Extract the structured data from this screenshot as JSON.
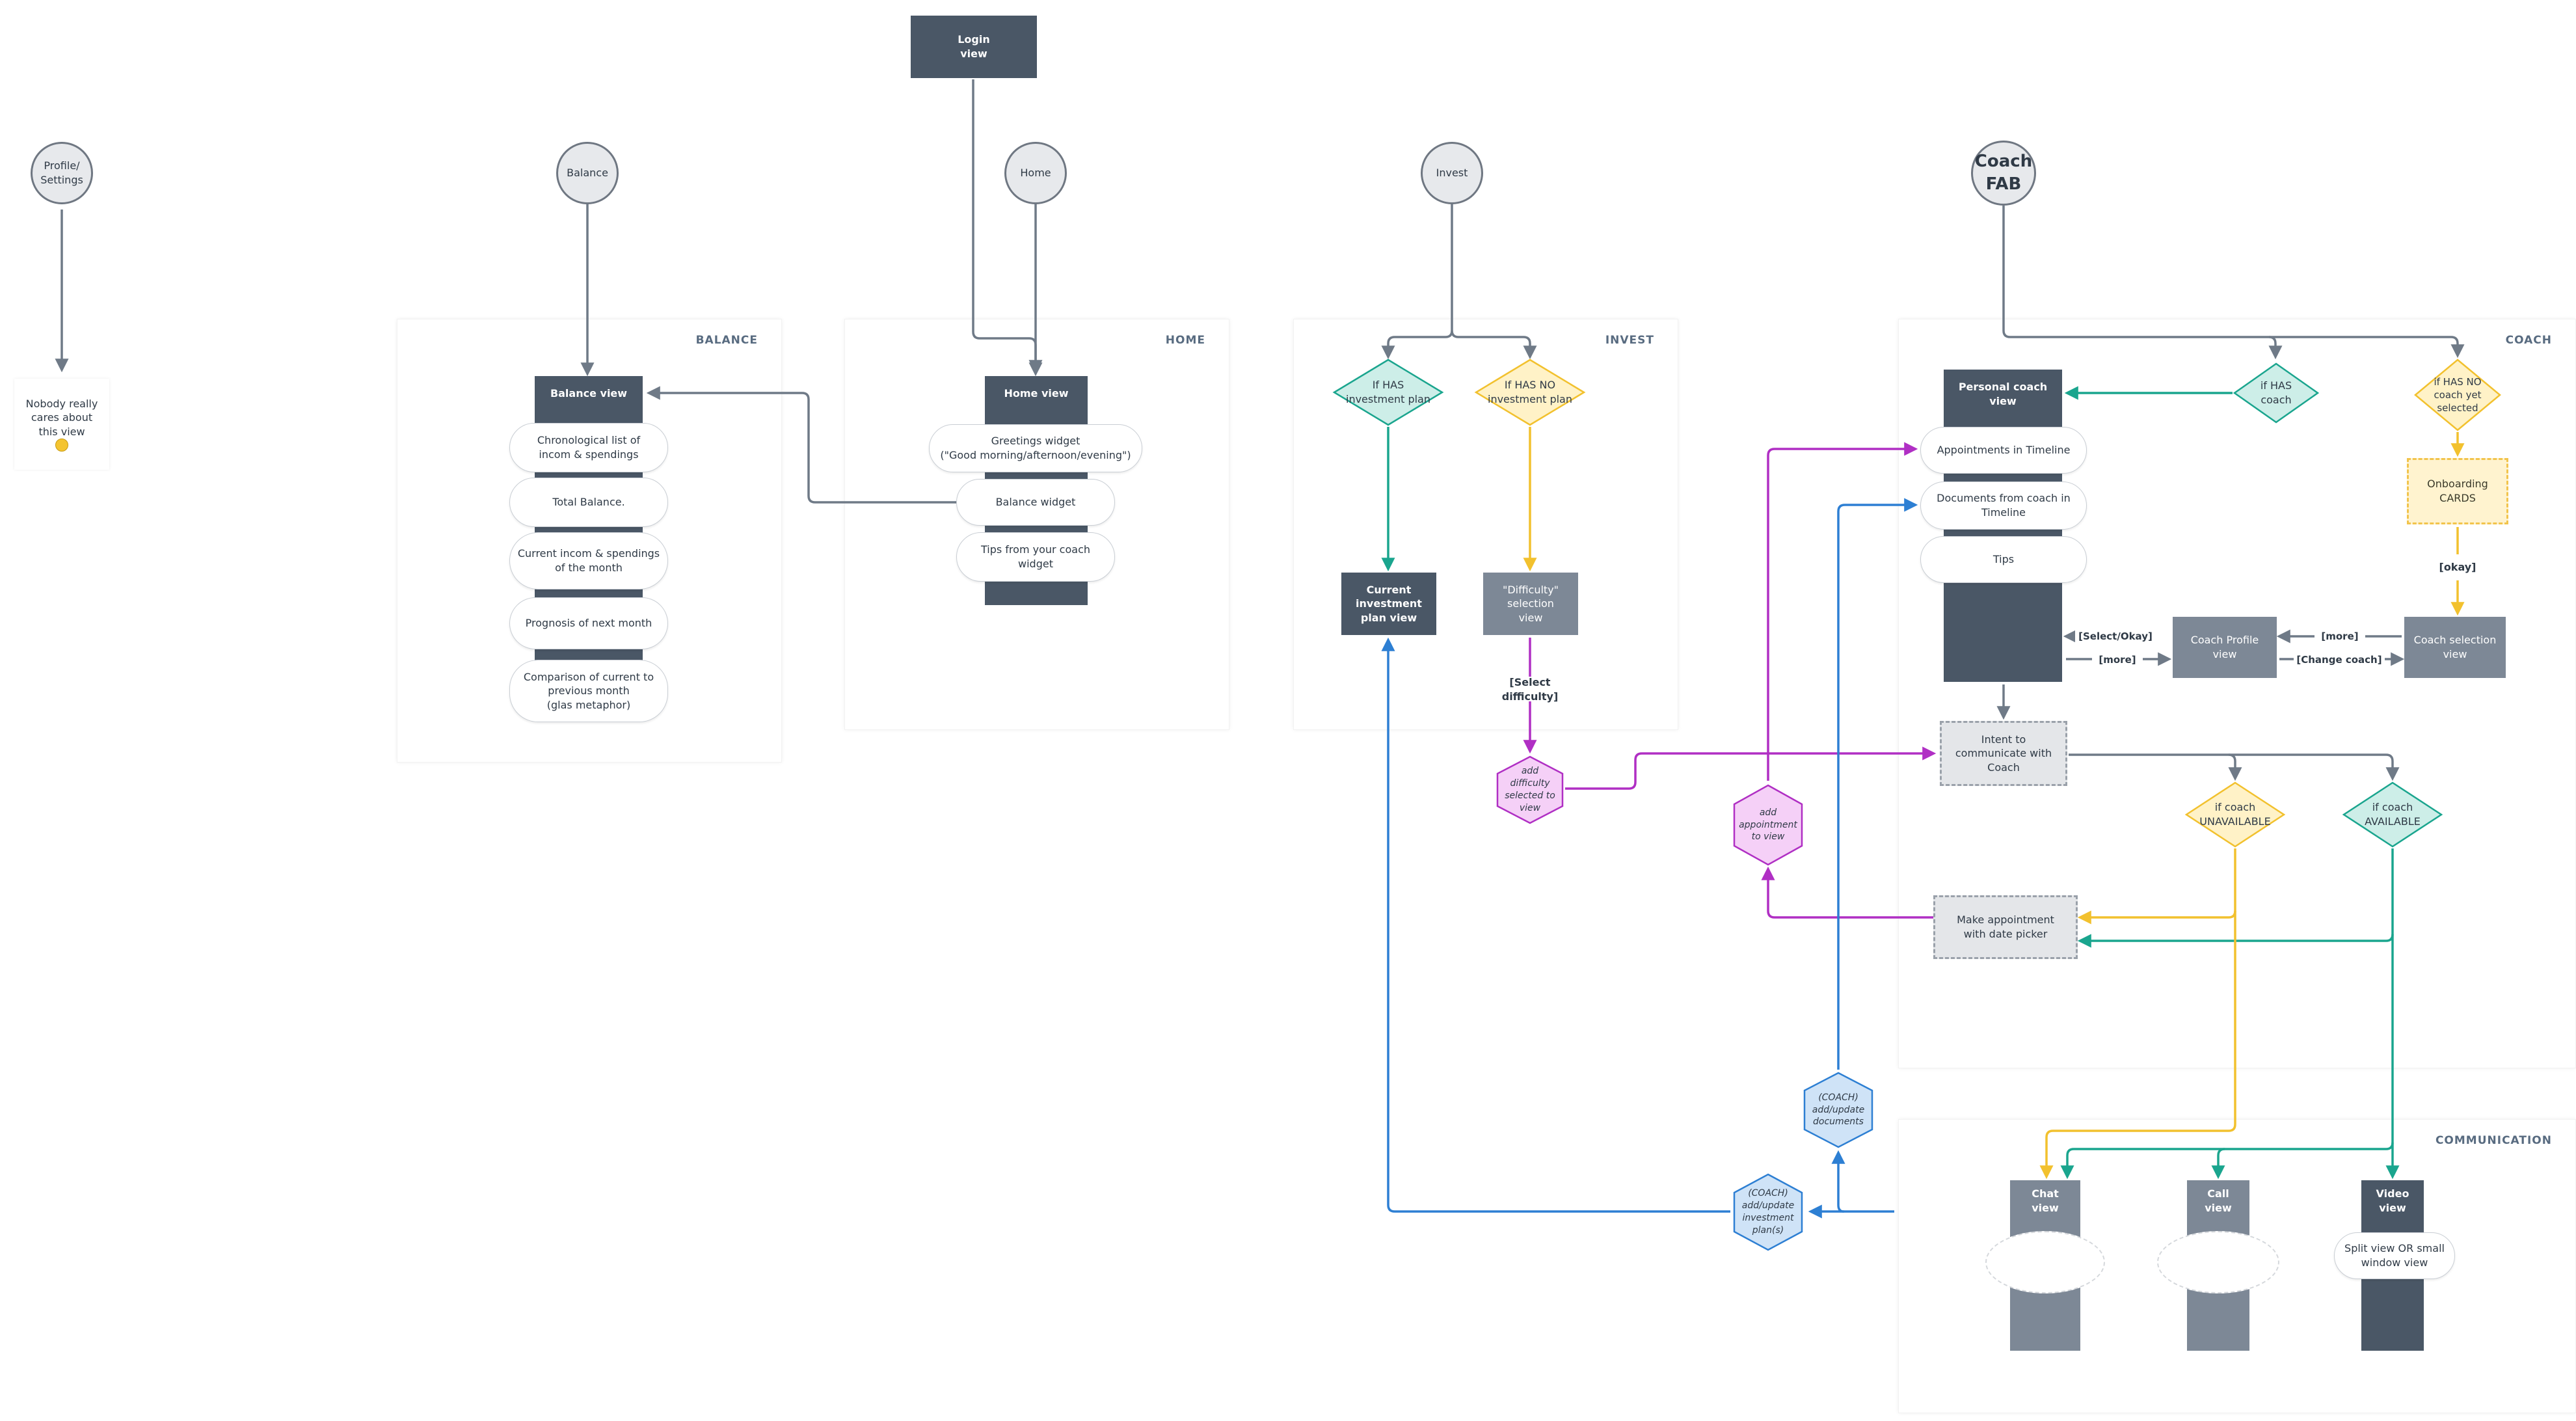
{
  "diagram": {
    "zones": {
      "balance": "BALANCE",
      "home": "HOME",
      "invest": "INVEST",
      "coach": "COACH",
      "communication": "COMMUNICATION"
    },
    "entry": {
      "profile": "Profile/\nSettings",
      "balance": "Balance",
      "home": "Home",
      "invest": "Invest",
      "coach_fab": "Coach\nFAB",
      "login": "Login\nview"
    },
    "profile_note": "Nobody really\ncares about\nthis view",
    "balance": {
      "view": "Balance view",
      "items": [
        "Chronological list of\nincom & spendings",
        "Total Balance.",
        "Current incom & spendings\nof the month",
        "Prognosis of next month",
        "Comparison of current to\nprevious month\n(glas metaphor)"
      ]
    },
    "home": {
      "view": "Home view",
      "greetings": "Greetings widget\n(\"Good morning/afternoon/evening\")",
      "balance_widget": "Balance widget",
      "tips": "Tips from your coach\nwidget"
    },
    "invest": {
      "has_plan": "If HAS\ninvestment plan",
      "no_plan": "If HAS NO\ninvestment plan",
      "current_plan": "Current\ninvestment\nplan view",
      "difficulty": "\"Difficulty\"\nselection\nview",
      "select_difficulty": "[Select difficulty]",
      "add_difficulty": "add\ndifficulty\nselected to\nview"
    },
    "coach": {
      "personal": "Personal coach\nview",
      "appointments": "Appointments in Timeline",
      "documents": "Documents from coach in\nTimeline",
      "tips": "Tips",
      "if_has": "if HAS\ncoach",
      "if_no": "if HAS NO\ncoach yet\nselected",
      "onboarding": "Onboarding\nCARDS",
      "okay": "[okay]",
      "profile": "Coach Profile\nview",
      "selection": "Coach selection\nview",
      "select_okay": "[Select/Okay]",
      "more_left": "[more]",
      "more_right": "[more]",
      "change_coach": "[Change coach]",
      "intent": "Intent to\ncommunicate with\nCoach",
      "unavailable": "if coach\nUNAVAILABLE",
      "available": "if coach\nAVAILABLE",
      "make_appointment": "Make appointment\nwith date picker",
      "add_appointment": "add\nappointment\nto view"
    },
    "communication": {
      "chat": "Chat\nview",
      "call": "Call\nview",
      "video": "Video\nview",
      "split": "Split view OR small\nwindow view",
      "coach_docs": "(COACH)\nadd/update\ndocuments",
      "coach_plan": "(COACH)\nadd/update\ninvestment\nplan(s)"
    },
    "colors": {
      "dark_box": "#4a5766",
      "grey_box": "#7d8896",
      "teal": "#1aa58e",
      "yellow": "#f2c12e",
      "purple": "#b02fc4",
      "blue": "#2d7fd3",
      "grey_line": "#6f7a87"
    }
  }
}
